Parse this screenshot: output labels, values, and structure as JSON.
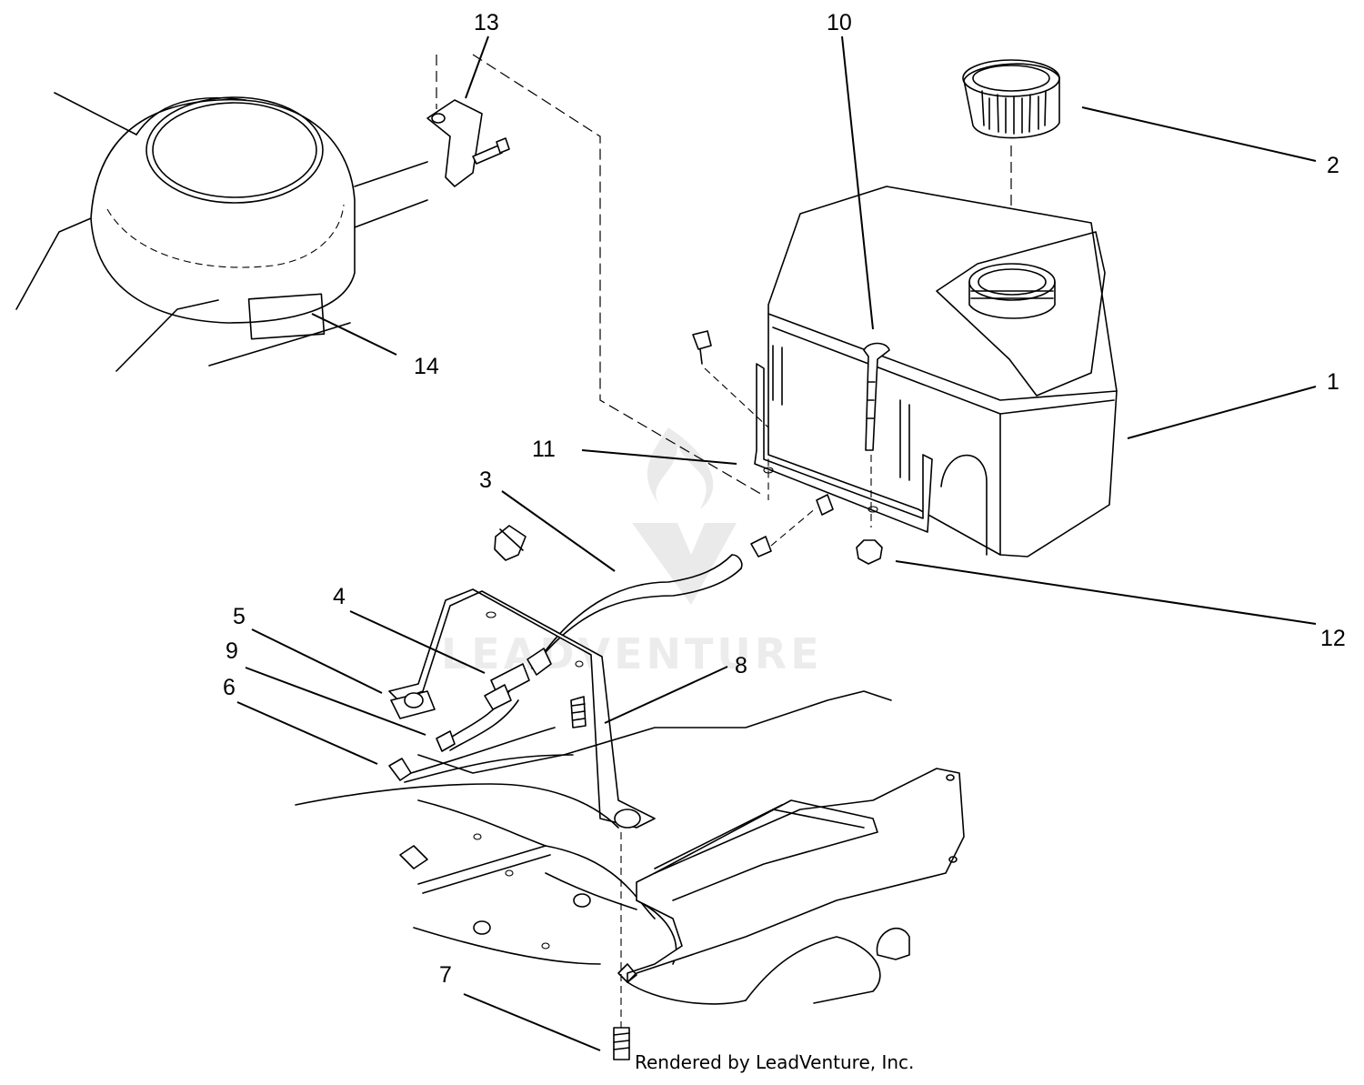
{
  "diagram": {
    "callouts": {
      "c1": "1",
      "c2": "2",
      "c3": "3",
      "c4": "4",
      "c5": "5",
      "c6": "6",
      "c7": "7",
      "c8": "8",
      "c9": "9",
      "c10": "10",
      "c11": "11",
      "c12": "12",
      "c13": "13",
      "c14": "14"
    },
    "watermark": "LEADVENTURE",
    "credit": "Rendered by LeadVenture, Inc."
  }
}
